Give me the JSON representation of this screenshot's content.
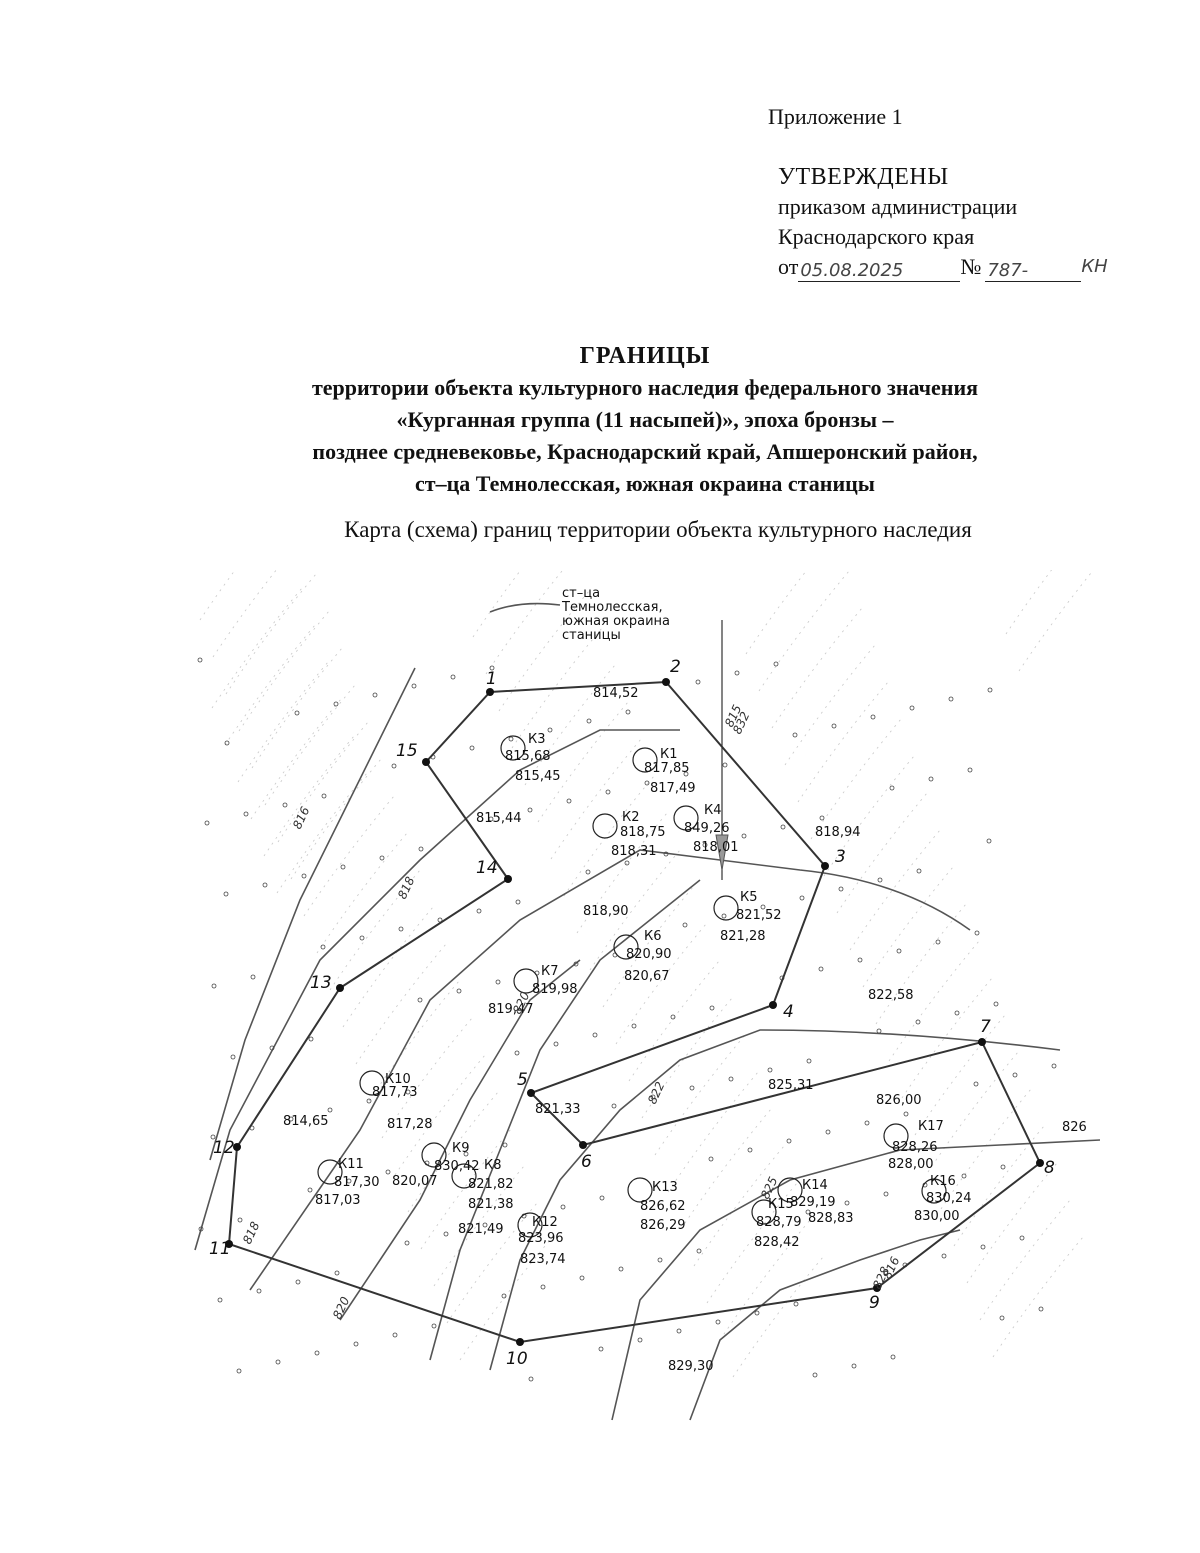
{
  "header": {
    "appendix": "Приложение 1",
    "approved": "УТВЕРЖДЕНЫ",
    "by_order": "приказом администрации",
    "region": "Краснодарского края",
    "from_prefix": "от",
    "date_handwritten": "05.08.2025",
    "number_prefix": "№",
    "number_handwritten": "787-",
    "number_suffix": "КН"
  },
  "title": {
    "line1": "ГРАНИЦЫ",
    "line2": "территории объекта культурного наследия федерального значения",
    "line3": "«Курганная группа (11 насыпей)», эпоха бронзы –",
    "line4": "позднее средневековье, Краснодарский край, Апшеронский район,",
    "line5": "ст–ца Темнолесская, южная окраина станицы"
  },
  "subtitle": "Карта (схема) границ территории объекта культурного наследия",
  "map": {
    "settlement_label": [
      "ст–ца",
      "Темнолесская,",
      "южная окраина",
      "станицы"
    ],
    "boundary_points": [
      {
        "n": "1"
      },
      {
        "n": "2"
      },
      {
        "n": "3"
      },
      {
        "n": "4"
      },
      {
        "n": "5"
      },
      {
        "n": "6"
      },
      {
        "n": "7"
      },
      {
        "n": "8"
      },
      {
        "n": "9"
      },
      {
        "n": "10"
      },
      {
        "n": "11"
      },
      {
        "n": "12"
      },
      {
        "n": "13"
      },
      {
        "n": "14"
      },
      {
        "n": "15"
      }
    ],
    "mounds": [
      "К1",
      "К2",
      "К3",
      "К4",
      "К5",
      "К6",
      "К7",
      "К8",
      "К9",
      "К10",
      "К11",
      "К12",
      "К13",
      "К14",
      "К15",
      "К16",
      "К17"
    ],
    "elevations": [
      "814,52",
      "815,68",
      "815,45",
      "817,85",
      "817,49",
      "815,44",
      "818,75",
      "818,31",
      "849,26",
      "818,01",
      "818,94",
      "818,90",
      "821,52",
      "821,28",
      "820,90",
      "820,67",
      "819,98",
      "819,47",
      "822,58",
      "817,73",
      "817,28",
      "814,65",
      "821,33",
      "825,31",
      "826,00",
      "826",
      "828,26",
      "828,00",
      "830,42",
      "820,07",
      "821,82",
      "821,38",
      "817,30",
      "817,03",
      "826,62",
      "826,29",
      "829,19",
      "828,83",
      "828,79",
      "828,42",
      "830,24",
      "830,00",
      "823,96",
      "823,74",
      "821,49",
      "829,30"
    ],
    "contour_labels": [
      "816",
      "818",
      "818",
      "820",
      "820",
      "822",
      "825",
      "828",
      "832",
      "815",
      "816"
    ]
  }
}
